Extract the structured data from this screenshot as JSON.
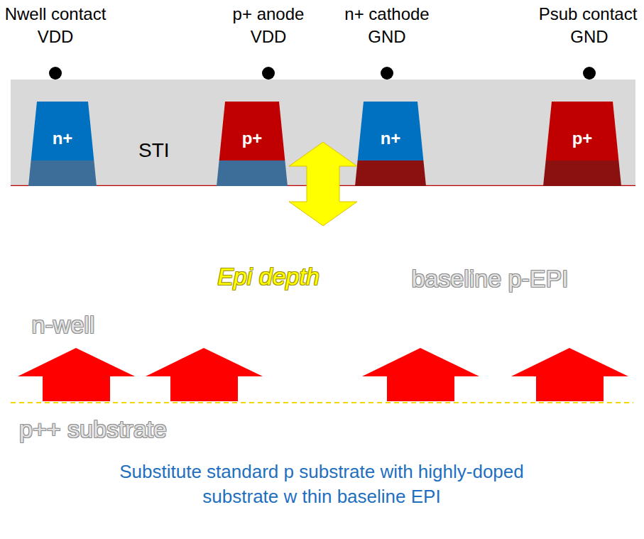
{
  "diagram": {
    "caption": "Substitute standard p substrate with highly-doped substrate w thin baseline EPI",
    "nodes": [
      {
        "text": [
          "STI"
        ]
      },
      {
        "text": [
          "n+"
        ],
        "in": 0
      },
      {
        "text": [
          "p+"
        ],
        "in": 0
      },
      {
        "text": [
          "n+"
        ],
        "in": 0
      },
      {
        "text": [
          "p+"
        ],
        "in": 0
      }
    ],
    "labels": [
      "Nwell contact",
      "VDD",
      "p+ anode",
      "VDD",
      "n+ cathode",
      "GND",
      "Psub contact",
      "GND",
      "Epi depth",
      "baseline p-EPI",
      "n-well",
      "p++ substrate"
    ]
  }
}
